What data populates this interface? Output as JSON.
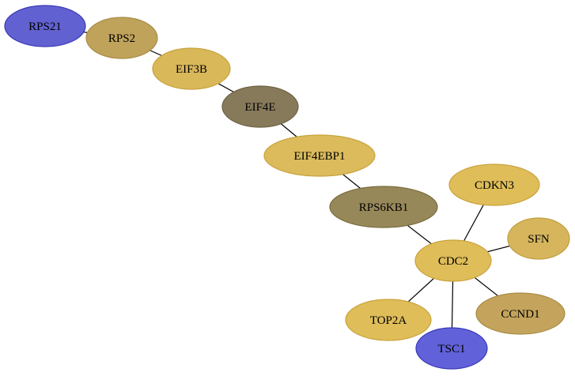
{
  "nodes": [
    {
      "id": "RPS21",
      "label": "RPS21",
      "fill": "#6161d1",
      "stroke": "#3a3ab8"
    },
    {
      "id": "RPS2",
      "label": "RPS2",
      "fill": "#bfa35b",
      "stroke": "#a88c45"
    },
    {
      "id": "EIF3B",
      "label": "EIF3B",
      "fill": "#d9b85a",
      "stroke": "#c9a23c"
    },
    {
      "id": "EIF4E",
      "label": "EIF4E",
      "fill": "#877a5b",
      "stroke": "#6e6243"
    },
    {
      "id": "EIF4EBP1",
      "label": "EIF4EBP1",
      "fill": "#dbbb5c",
      "stroke": "#c9a23c"
    },
    {
      "id": "RPS6KB1",
      "label": "RPS6KB1",
      "fill": "#978859",
      "stroke": "#7a6c40"
    },
    {
      "id": "CDKN3",
      "label": "CDKN3",
      "fill": "#dfbd59",
      "stroke": "#c9a23c"
    },
    {
      "id": "SFN",
      "label": "SFN",
      "fill": "#d6b55d",
      "stroke": "#c09f41"
    },
    {
      "id": "CDC2",
      "label": "CDC2",
      "fill": "#dfbd59",
      "stroke": "#c9a23c"
    },
    {
      "id": "TOP2A",
      "label": "TOP2A",
      "fill": "#dfbd59",
      "stroke": "#c9a23c"
    },
    {
      "id": "CCND1",
      "label": "CCND1",
      "fill": "#c4a45c",
      "stroke": "#a88c45"
    },
    {
      "id": "TSC1",
      "label": "TSC1",
      "fill": "#6161d9",
      "stroke": "#3a3ab8"
    }
  ],
  "edges": [
    {
      "source": "RPS21",
      "target": "RPS2"
    },
    {
      "source": "RPS2",
      "target": "EIF3B"
    },
    {
      "source": "EIF3B",
      "target": "EIF4E"
    },
    {
      "source": "EIF4E",
      "target": "EIF4EBP1"
    },
    {
      "source": "EIF4EBP1",
      "target": "RPS6KB1"
    },
    {
      "source": "RPS6KB1",
      "target": "CDC2"
    },
    {
      "source": "CDKN3",
      "target": "CDC2"
    },
    {
      "source": "SFN",
      "target": "CDC2"
    },
    {
      "source": "CDC2",
      "target": "TOP2A"
    },
    {
      "source": "CDC2",
      "target": "CCND1"
    },
    {
      "source": "CDC2",
      "target": "TSC1"
    }
  ]
}
